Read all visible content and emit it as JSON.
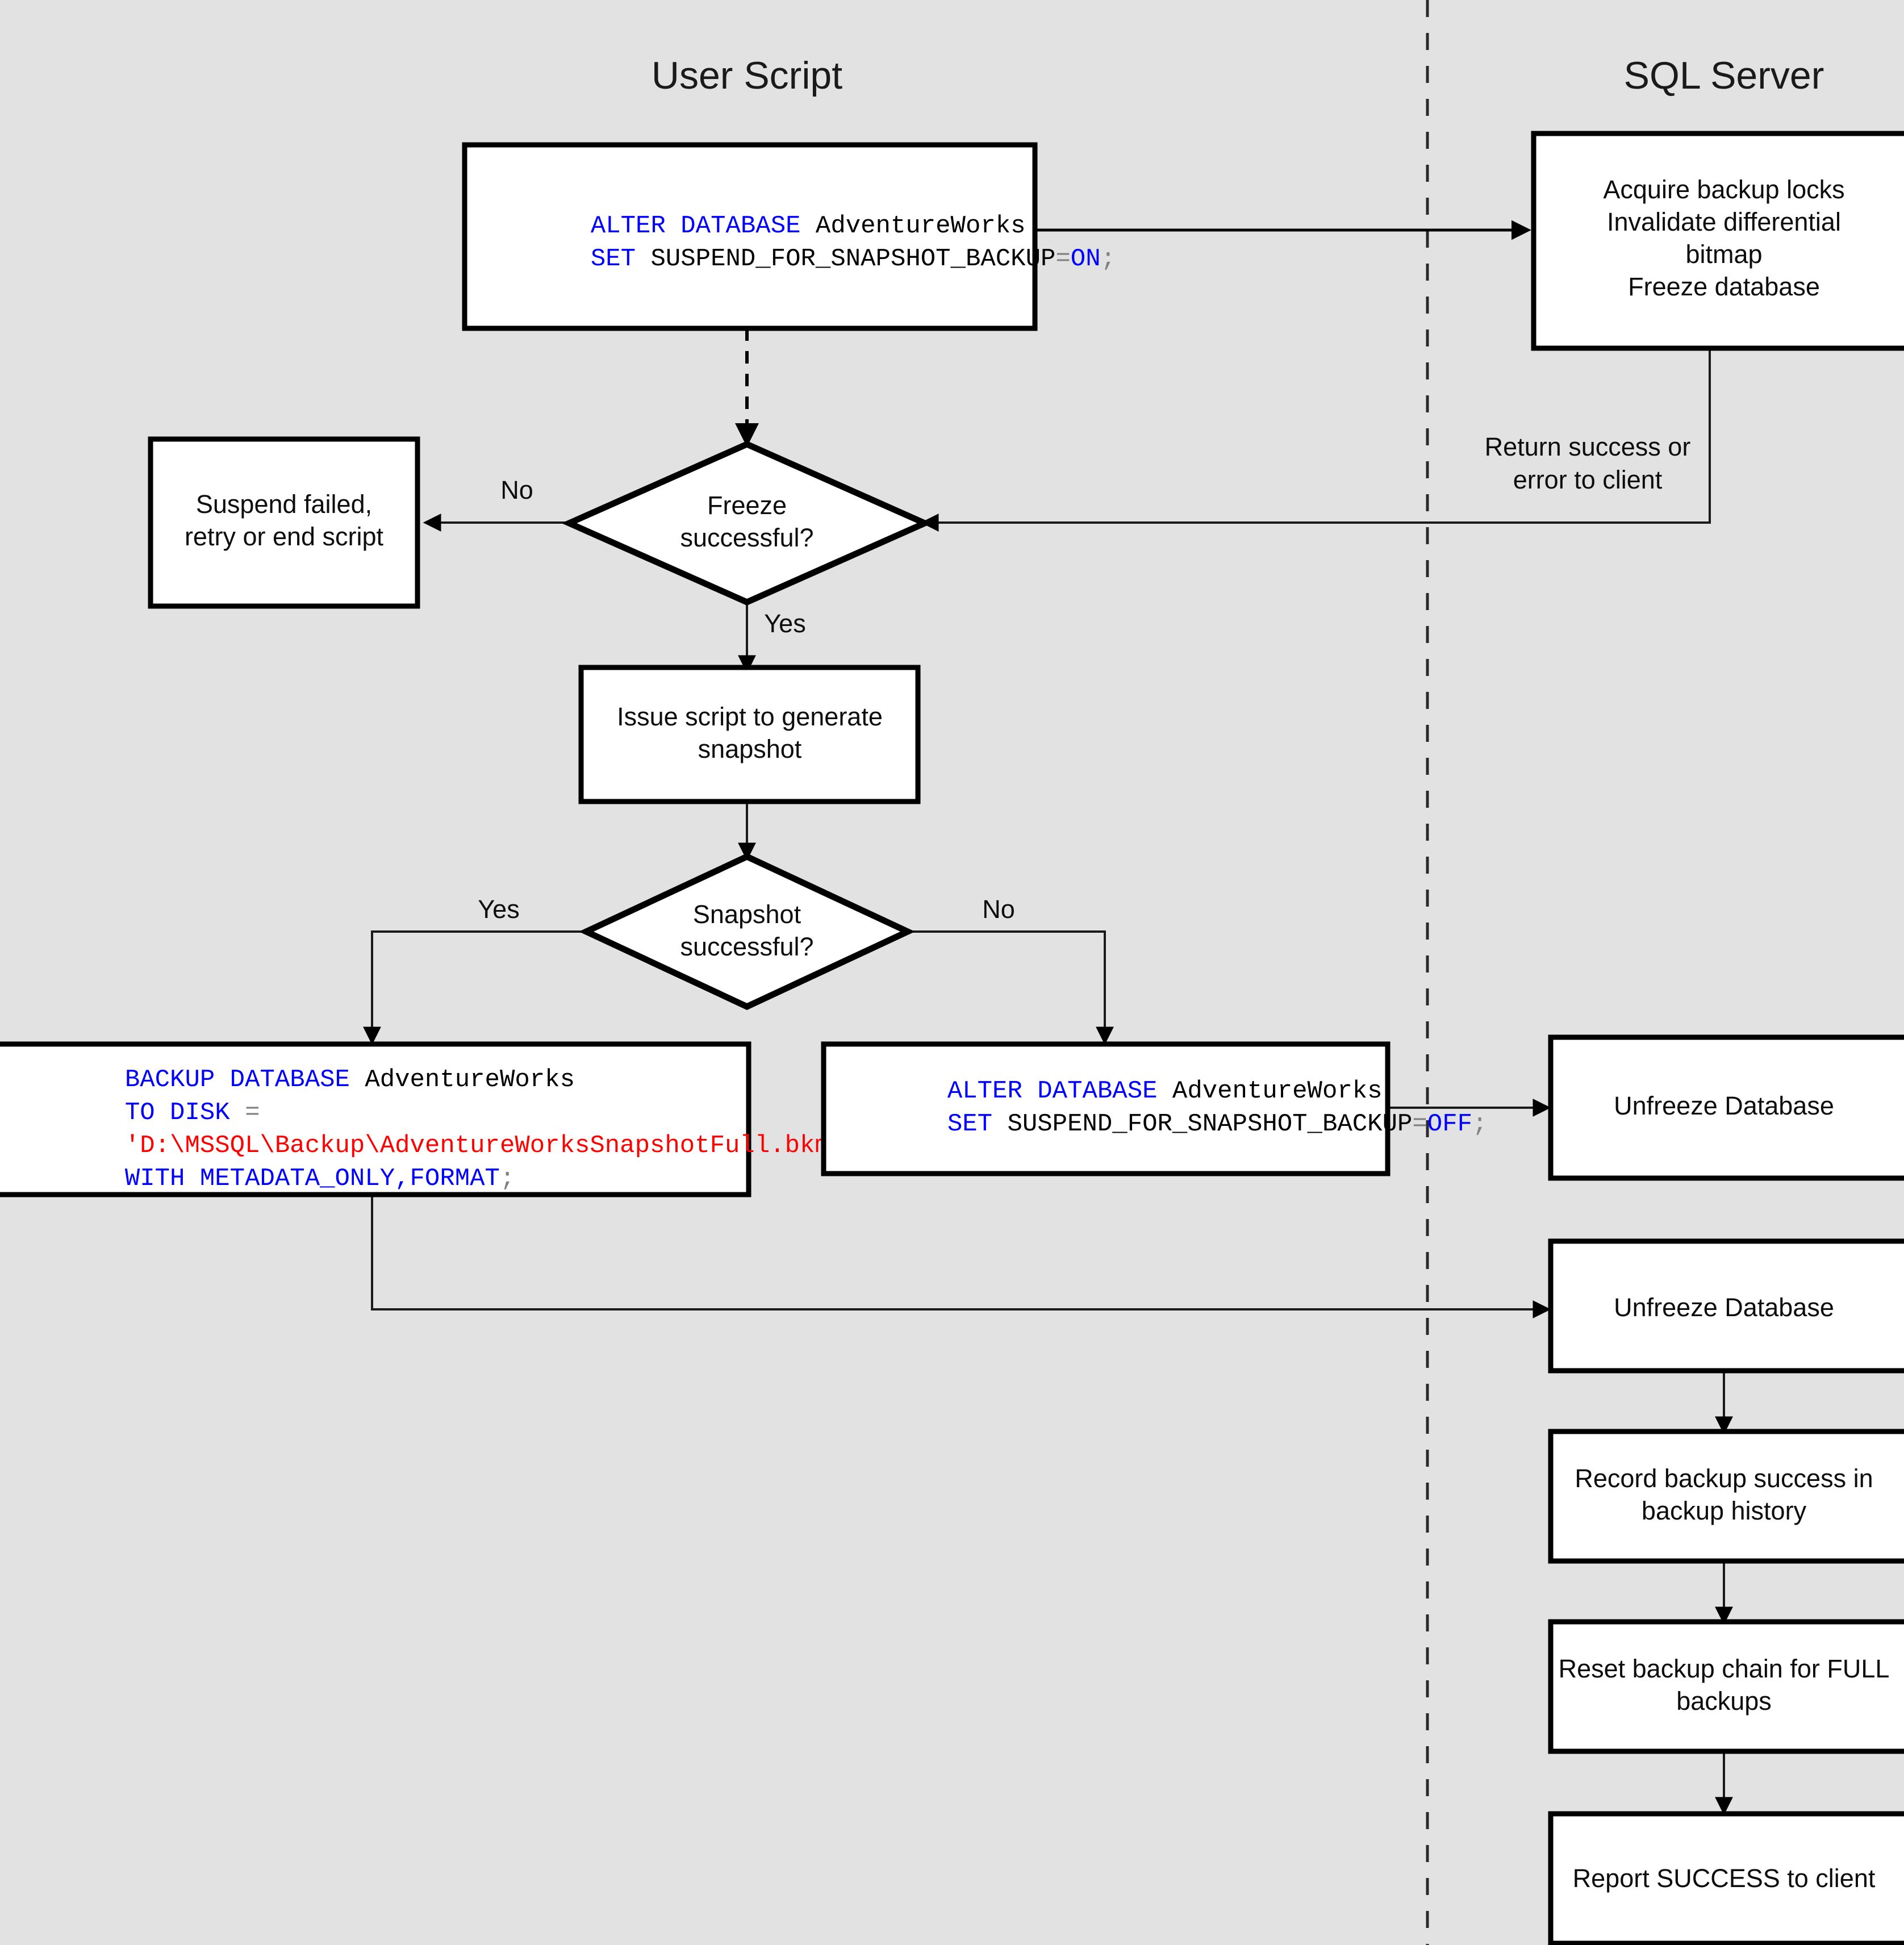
{
  "background_color": "#e2e2e2",
  "lanes": [
    {
      "id": "user-script",
      "title": "User Script"
    },
    {
      "id": "sql-server",
      "title": "SQL Server"
    }
  ],
  "colors": {
    "keyword": "#0000ff",
    "string": "#ff0000",
    "plain": "#000000",
    "operator": "#808080",
    "shape_fill": "#ffffff",
    "shape_stroke": "#000000"
  },
  "nodes": {
    "alter_on": {
      "type": "code-box",
      "lines": [
        [
          {
            "t": "ALTER DATABASE ",
            "c": "kw"
          },
          {
            "t": "AdventureWorks",
            "c": "pln"
          }
        ],
        [
          {
            "t": "SET ",
            "c": "kw"
          },
          {
            "t": "SUSPEND_FOR_SNAPSHOT_BACKUP",
            "c": "pln"
          },
          {
            "t": "=",
            "c": "op"
          },
          {
            "t": "ON",
            "c": "kw"
          },
          {
            "t": ";",
            "c": "op"
          }
        ]
      ]
    },
    "acquire_locks": {
      "type": "process",
      "lines": [
        "Acquire backup locks",
        "Invalidate differential",
        "bitmap",
        "Freeze database"
      ]
    },
    "suspend_failed": {
      "type": "process",
      "lines": [
        "Suspend failed,",
        "retry or end script"
      ]
    },
    "freeze_successful": {
      "type": "decision",
      "lines": [
        "Freeze",
        "successful?"
      ]
    },
    "issue_script": {
      "type": "process",
      "lines": [
        "Issue script to generate",
        "snapshot"
      ]
    },
    "snapshot_successful": {
      "type": "decision",
      "lines": [
        "Snapshot",
        "successful?"
      ]
    },
    "backup_database": {
      "type": "code-box",
      "lines": [
        [
          {
            "t": "BACKUP DATABASE ",
            "c": "kw"
          },
          {
            "t": "AdventureWorks",
            "c": "pln"
          }
        ],
        [
          {
            "t": "TO DISK ",
            "c": "kw"
          },
          {
            "t": "=",
            "c": "op"
          }
        ],
        [
          {
            "t": "'D:\\MSSQL\\Backup\\AdventureWorksSnapshotFull.bkm'",
            "c": "str"
          }
        ],
        [
          {
            "t": "WITH METADATA_ONLY,FORMAT",
            "c": "kw"
          },
          {
            "t": ";",
            "c": "op"
          }
        ]
      ]
    },
    "alter_off": {
      "type": "code-box",
      "lines": [
        [
          {
            "t": "ALTER DATABASE ",
            "c": "kw"
          },
          {
            "t": "AdventureWorks",
            "c": "pln"
          }
        ],
        [
          {
            "t": "SET ",
            "c": "kw"
          },
          {
            "t": "SUSPEND_FOR_SNAPSHOT_BACKUP",
            "c": "pln"
          },
          {
            "t": "=",
            "c": "op"
          },
          {
            "t": "OFF",
            "c": "kw"
          },
          {
            "t": ";",
            "c": "op"
          }
        ]
      ]
    },
    "unfreeze_1": {
      "type": "process",
      "lines": [
        "Unfreeze Database"
      ]
    },
    "unfreeze_2": {
      "type": "process",
      "lines": [
        "Unfreeze Database"
      ]
    },
    "record_backup": {
      "type": "process",
      "lines": [
        "Record backup success in",
        "backup history"
      ]
    },
    "reset_chain": {
      "type": "process",
      "lines": [
        "Reset backup chain for FULL",
        "backups"
      ]
    },
    "report_success": {
      "type": "process",
      "lines": [
        "Report SUCCESS to client"
      ]
    }
  },
  "edge_labels": {
    "return_success": [
      "Return success or",
      "error to client"
    ],
    "freeze_no": "No",
    "freeze_yes": "Yes",
    "snapshot_yes": "Yes",
    "snapshot_no": "No"
  }
}
